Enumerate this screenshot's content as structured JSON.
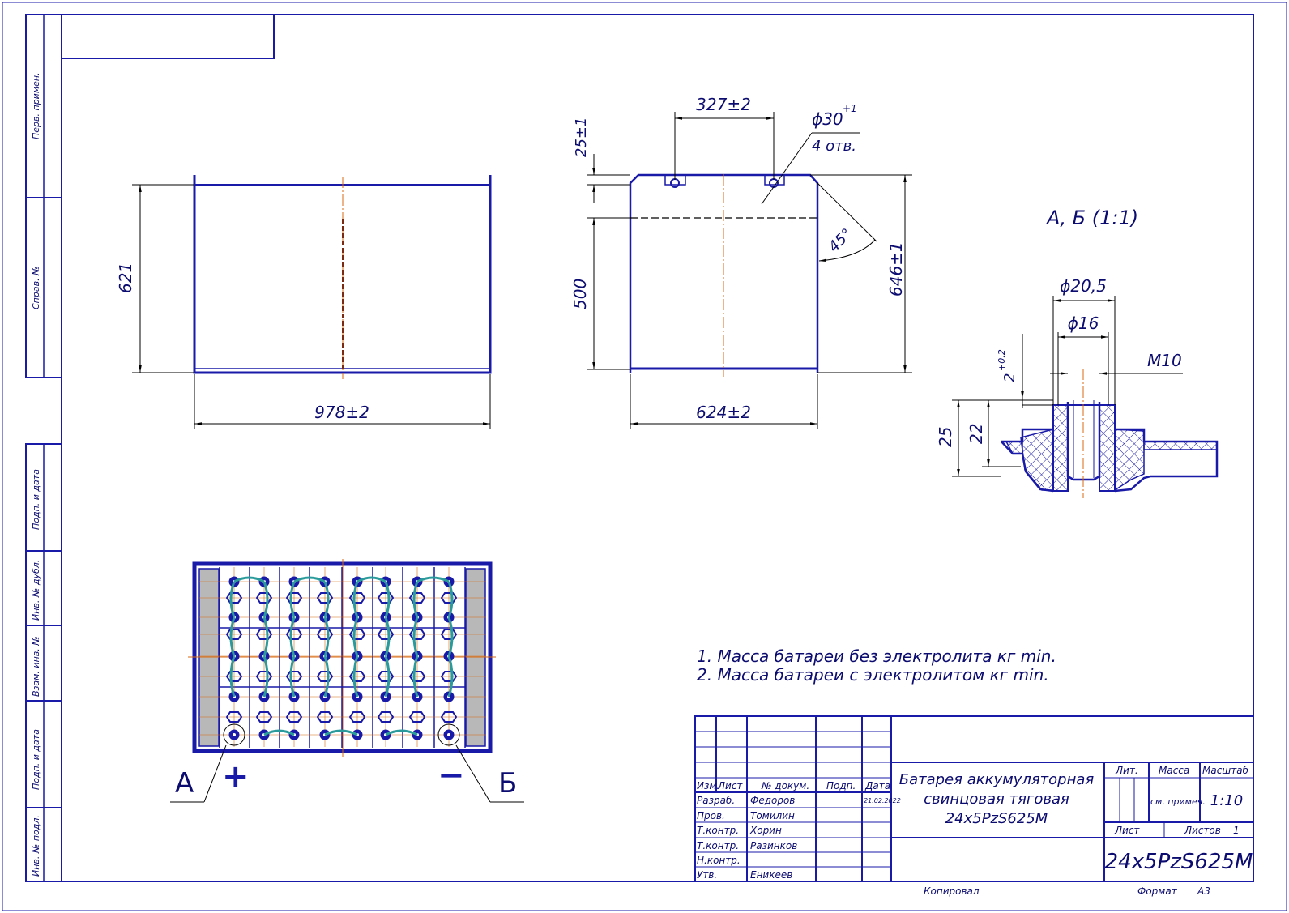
{
  "margin_labels": {
    "perv_primen": "Перв. примен.",
    "sprav_no": "Справ. №",
    "podp_data_1": "Подп. и дата",
    "inv_dubl": "Инв. № дубл.",
    "vzam_inv": "Взам. инв. №",
    "podp_data_2": "Подп. и дата",
    "inv_podl": "Инв. № подл."
  },
  "dimensions": {
    "side_height": "621",
    "side_length": "978±2",
    "front_spacing": "327±2",
    "front_top": "25±1",
    "front_mid": "500",
    "front_total": "646±1",
    "front_width": "624±2",
    "angle": "45°",
    "hole_dia": "ϕ30",
    "hole_tol": "+1",
    "hole_count": "4 отв.",
    "detail_outer": "ϕ20,5",
    "detail_inner": "ϕ16",
    "detail_thread": "M10",
    "detail_gap": "2",
    "detail_gap_tol": "+0,2",
    "detail_h1": "25",
    "detail_h2": "22"
  },
  "detail_title": "А, Б (1:1)",
  "callouts": {
    "a": "А",
    "b": "Б",
    "plus": "+",
    "minus": "−"
  },
  "notes": [
    "1. Масса батареи без электролита  кг min.",
    "2. Масса батареи с  электролитом  кг min."
  ],
  "title_block": {
    "headers": {
      "izm": "Изм.",
      "list": "Лист",
      "doc": "№ докум.",
      "podp": "Подп.",
      "date": "Дата"
    },
    "rows": [
      {
        "role": "Разраб.",
        "name": "Федоров",
        "date": "21.02.2022"
      },
      {
        "role": "Пров.",
        "name": "Томилин",
        "date": ""
      },
      {
        "role": "Т.контр.",
        "name": "Хорин",
        "date": ""
      },
      {
        "role": "Т.контр.",
        "name": "Разинков",
        "date": ""
      },
      {
        "role": "Н.контр.",
        "name": "",
        "date": ""
      },
      {
        "role": "Утв.",
        "name": "Еникеев",
        "date": ""
      }
    ],
    "title_line1": "Батарея аккумуляторная",
    "title_line2": "свинцовая тяговая",
    "title_line3": "24x5PzS625M",
    "lit": "Лит.",
    "massa": "Масса",
    "masshtab": "Масштаб",
    "massa_value": "см. примеч.",
    "scale_value": "1:10",
    "sheet": "Лист",
    "sheets": "Листов",
    "sheets_value": "1",
    "designation": "24x5PzS625M",
    "copied": "Копировал",
    "format": "Формат",
    "format_value": "A3"
  },
  "colors": {
    "line": "#1a1aa8",
    "axis": "#d86a10",
    "connector": "#2a9a9a",
    "hatch_fill": "#b8b8b8"
  }
}
